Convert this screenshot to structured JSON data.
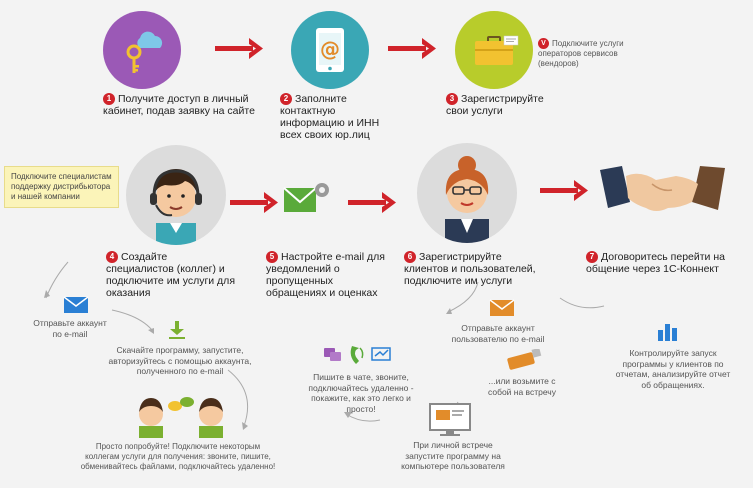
{
  "steps": {
    "s1": {
      "num": "1",
      "text": "Получите доступ в личный кабинет, подав заявку на сайте"
    },
    "s2": {
      "num": "2",
      "text": "Заполните контактную информацию и ИНН всех своих юр.лиц"
    },
    "s3": {
      "num": "3",
      "text": "Зарегистрируйте свои услуги"
    },
    "s4": {
      "num": "4",
      "text": "Создайте специалистов (коллег) и подключите им услуги для оказания"
    },
    "s5": {
      "num": "5",
      "text": "Настройте e-mail для уведомлений о пропущенных обращениях и оценках"
    },
    "s6": {
      "num": "6",
      "text": "Зарегистрируйте клиентов и пользователей, подключите им услуги"
    },
    "s7": {
      "num": "7",
      "text": "Договоритесь перейти на общение через 1С-Коннект"
    }
  },
  "vendor_note": {
    "badge": "V",
    "text": "Подключите услуги операторов сервисов (вендоров)"
  },
  "yellow_note": "Подключите специалистам поддержку дистрибьютора и нашей компании",
  "notes": {
    "send_account_left": "Отправьте аккаунт по e-mail",
    "download_program": "Скачайте программу, запустите, авторизуйтесь с помощью аккаунта, полученного по e-mail",
    "just_try": "Просто попробуйте! Подключите некоторым коллегам услуги для получения: звоните, пишите, обменивайтесь файлами, подключайтесь удаленно!",
    "send_account_right": "Отправьте аккаунт пользователю по e-mail",
    "or_take": "...или возьмите с собой на встречу",
    "chat_call": "Пишите в чате, звоните, подключайтесь удаленно - покажите, как это легко и просто!",
    "meeting": "При личной встрече запустите программу на компьютере пользователя",
    "control": "Контролируйте запуск программы у клиентов по отчетам, анализируйте отчет об обращениях."
  },
  "colors": {
    "accent_red": "#d0232a",
    "purple": "#9b59b6",
    "teal": "#3aa7b5",
    "lime": "#b8cc2b",
    "grey_circle": "#dcdcdc"
  }
}
